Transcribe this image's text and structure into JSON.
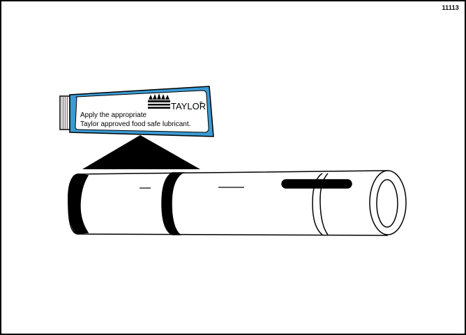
{
  "figure": {
    "number": "11113"
  },
  "lubricant_tube": {
    "brand": "TAYLOR",
    "brand_mark": "®",
    "instruction_line1": "Apply the appropriate",
    "instruction_line2": "Taylor approved food safe lubricant.",
    "tube_color": "#3a9bd5",
    "label_color": "#ffffff"
  },
  "colors": {
    "outline": "#000000",
    "background": "#ffffff"
  }
}
